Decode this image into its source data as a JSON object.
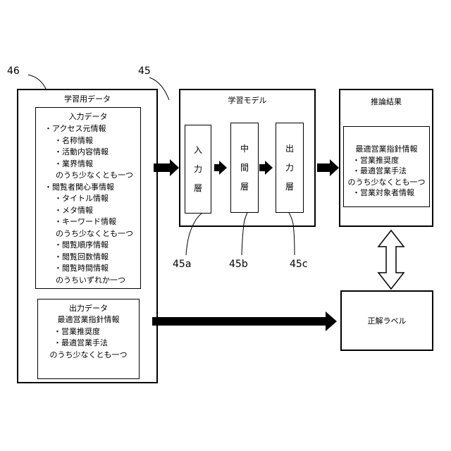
{
  "refs": {
    "learning_data": "46",
    "learning_model": "45",
    "input_layer": "45a",
    "middle_layer": "45b",
    "output_layer": "45c"
  },
  "learning_data": {
    "title": "学習用データ",
    "input_data": {
      "title": "入力データ",
      "lines": [
        "・アクセス元情報",
        "・名称情報",
        "・活動内容情報",
        "・業界情報",
        "のうち少なくとも一つ",
        "・閲覧者関心事情報",
        "・タイトル情報",
        "・メタ情報",
        "・キーワード情報",
        "のうち少なくとも一つ",
        "・閲覧順序情報",
        "・閲覧回数情報",
        "・閲覧時間情報",
        "のうちいずれか一つ"
      ]
    },
    "output_data": {
      "title": "出力データ",
      "lines": [
        "最適営業指針情報",
        "・営業推奨度",
        "・最適営業手法",
        "のうち少なくとも一つ"
      ]
    }
  },
  "learning_model": {
    "title": "学習モデル",
    "layers": {
      "input": [
        "入",
        "力",
        "層"
      ],
      "middle": [
        "中",
        "間",
        "層"
      ],
      "output": [
        "出",
        "力",
        "層"
      ]
    }
  },
  "inference": {
    "title": "推論結果",
    "lines": [
      "最適営業指針情報",
      "・営業推奨度",
      "・最適営業手法",
      "のうち少なくとも一つ",
      "・営業対象者情報"
    ]
  },
  "label": {
    "text": "正解ラベル"
  }
}
